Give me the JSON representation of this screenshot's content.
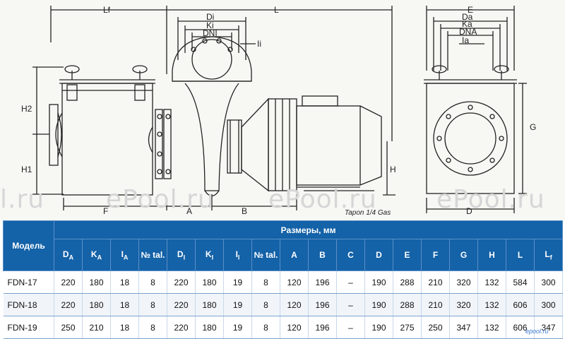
{
  "drawing": {
    "labels": {
      "Lf": "Lf",
      "L": "L",
      "E": "E",
      "Di": "Di",
      "Ki": "Ki",
      "DNI": "DNI",
      "Ii": "Ii",
      "Da": "Da",
      "Ka": "Ka",
      "DNA": "DNA",
      "Ia": "Ia",
      "H2": "H2",
      "H1": "H1",
      "G": "G",
      "H": "H",
      "F": "F",
      "A": "A",
      "B": "B",
      "D": "D"
    },
    "note": "Tapon 1/4 Gas",
    "watermarks": [
      "l.ru",
      "ePool.ru",
      "ePool.ru",
      "ePool.ru"
    ]
  },
  "table": {
    "header_model": "Модель",
    "header_group": "Размеры, мм",
    "columns": [
      {
        "main": "D",
        "sub": "A"
      },
      {
        "main": "K",
        "sub": "A"
      },
      {
        "main": "I",
        "sub": "A"
      },
      {
        "main": "№ tal.",
        "sub": ""
      },
      {
        "main": "D",
        "sub": "I"
      },
      {
        "main": "K",
        "sub": "I"
      },
      {
        "main": "I",
        "sub": "I"
      },
      {
        "main": "№ tal.",
        "sub": ""
      },
      {
        "main": "A",
        "sub": ""
      },
      {
        "main": "B",
        "sub": ""
      },
      {
        "main": "C",
        "sub": ""
      },
      {
        "main": "D",
        "sub": ""
      },
      {
        "main": "E",
        "sub": ""
      },
      {
        "main": "F",
        "sub": ""
      },
      {
        "main": "G",
        "sub": ""
      },
      {
        "main": "H",
        "sub": ""
      },
      {
        "main": "L",
        "sub": ""
      },
      {
        "main": "L",
        "sub": "f"
      }
    ],
    "rows": [
      {
        "model": "FDN-17",
        "values": [
          "220",
          "180",
          "18",
          "8",
          "220",
          "180",
          "19",
          "8",
          "120",
          "196",
          "–",
          "190",
          "288",
          "210",
          "320",
          "132",
          "584",
          "300"
        ]
      },
      {
        "model": "FDN-18",
        "values": [
          "220",
          "180",
          "18",
          "8",
          "220",
          "180",
          "19",
          "8",
          "120",
          "196",
          "–",
          "190",
          "288",
          "210",
          "320",
          "132",
          "606",
          "300"
        ]
      },
      {
        "model": "FDN-19",
        "values": [
          "250",
          "210",
          "18",
          "8",
          "220",
          "180",
          "19",
          "8",
          "120",
          "196",
          "–",
          "190",
          "275",
          "250",
          "347",
          "132",
          "606",
          "347"
        ]
      }
    ]
  },
  "brand": "epool.ru"
}
